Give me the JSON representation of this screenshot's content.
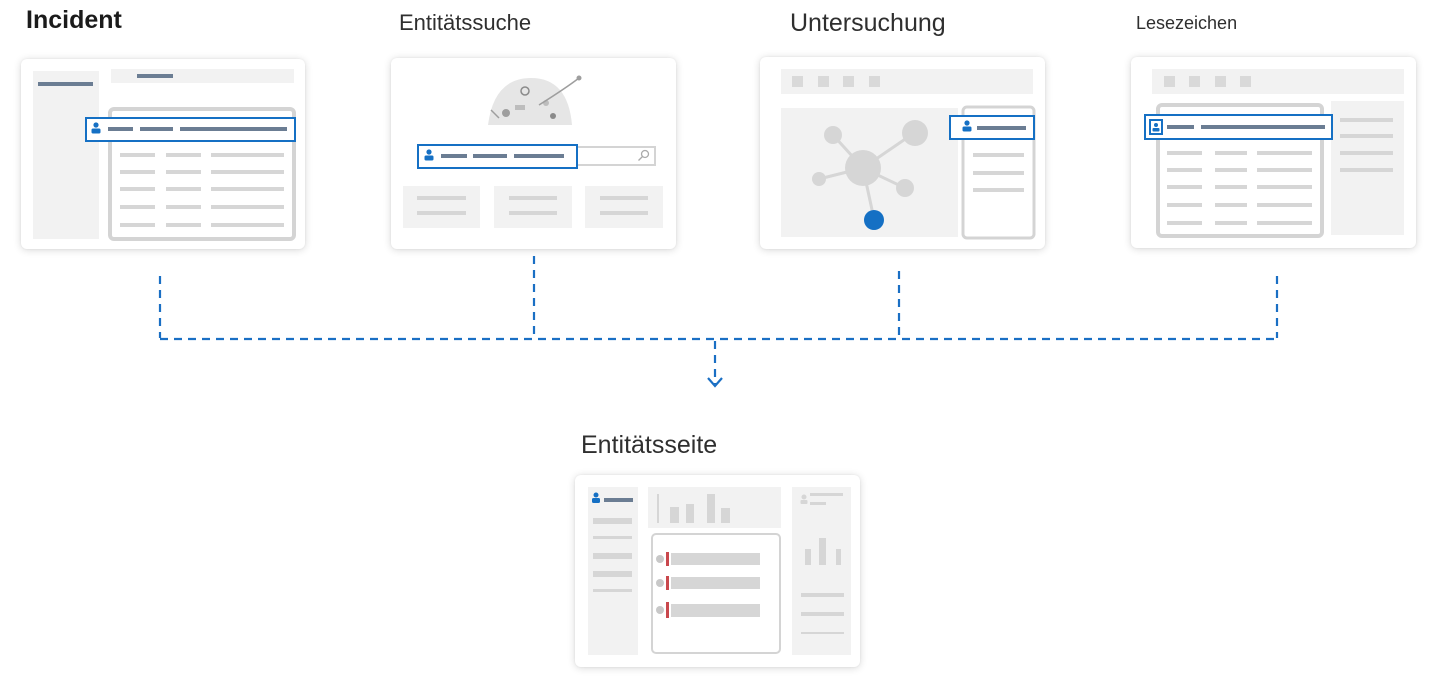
{
  "diagram": {
    "sources": {
      "incident": {
        "title": "Incident"
      },
      "entity_search": {
        "title": "Entitätssuche"
      },
      "investigation": {
        "title": "Untersuchung"
      },
      "bookmarks": {
        "title": "Lesezeichen"
      }
    },
    "target": {
      "title": "Entitätsseite"
    },
    "colors": {
      "accent": "#1570c4",
      "connector": "#1a6fc4",
      "placeholder_bar": "#6b7d93",
      "light_bar": "#d6d6d6",
      "panel": "#f2f2f2",
      "alert_marker": "#c9484d"
    },
    "icons": [
      "user-icon",
      "bookmark-user-icon",
      "search-icon",
      "graph-icon",
      "bar-chart-icon"
    ]
  }
}
